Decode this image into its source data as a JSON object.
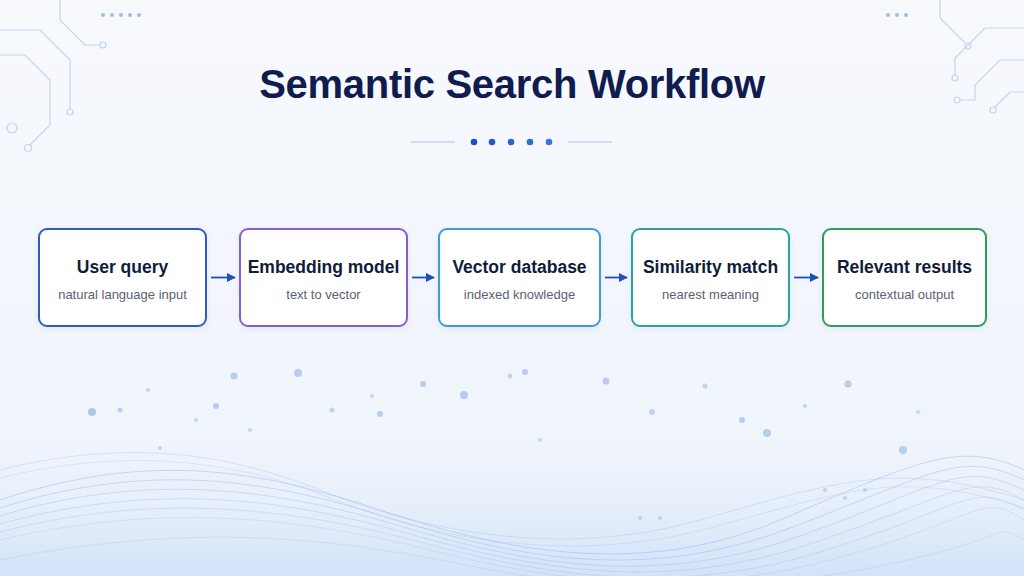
{
  "diagram": {
    "title": "Semantic Search Workflow",
    "nodes": [
      {
        "text": [
          "User query",
          "natural language input"
        ]
      },
      {
        "text": [
          "Embedding model",
          "text to vector"
        ]
      },
      {
        "text": [
          "Vector database",
          "indexed knowledge"
        ]
      },
      {
        "text": [
          "Similarity match",
          "nearest meaning"
        ]
      },
      {
        "text": [
          "Relevant results",
          "contextual output"
        ]
      }
    ],
    "edges": [
      {
        "from": 0,
        "to": 1,
        "arrow": "to"
      },
      {
        "from": 1,
        "to": 2,
        "arrow": "to"
      },
      {
        "from": 2,
        "to": 3,
        "arrow": "to"
      },
      {
        "from": 3,
        "to": 4,
        "arrow": "to"
      }
    ]
  }
}
